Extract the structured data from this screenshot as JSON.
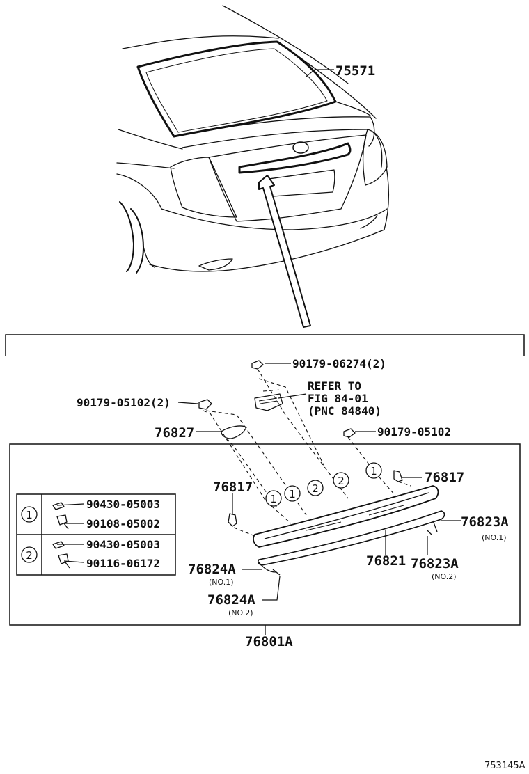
{
  "callouts": {
    "c75571": "75571",
    "c90179_06274": "90179-06274(2)",
    "refer_line1": "REFER TO",
    "refer_line2": "FIG 84-01",
    "refer_line3": "(PNC 84840)",
    "c90179_05102_2": "90179-05102(2)",
    "c90179_05102": "90179-05102",
    "c76827": "76827",
    "c76817_left": "76817",
    "c76817_right": "76817",
    "c76823A_1": "76823A",
    "c76823A_1_sub": "(NO.1)",
    "c76821": "76821",
    "c76823A_2": "76823A",
    "c76823A_2_sub": "(NO.2)",
    "c76824A_1": "76824A",
    "c76824A_1_sub": "(NO.1)",
    "c76824A_2": "76824A",
    "c76824A_2_sub": "(NO.2)",
    "c76801A": "76801A",
    "figure_id": "753145A"
  },
  "circle_marks": {
    "one": "1",
    "two": "2"
  },
  "kit_table": {
    "row1": {
      "mark": "1",
      "part_a": "90430-05003",
      "part_b": "90108-05002"
    },
    "row2": {
      "mark": "2",
      "part_a": "90430-05003",
      "part_b": "90116-06172"
    }
  }
}
